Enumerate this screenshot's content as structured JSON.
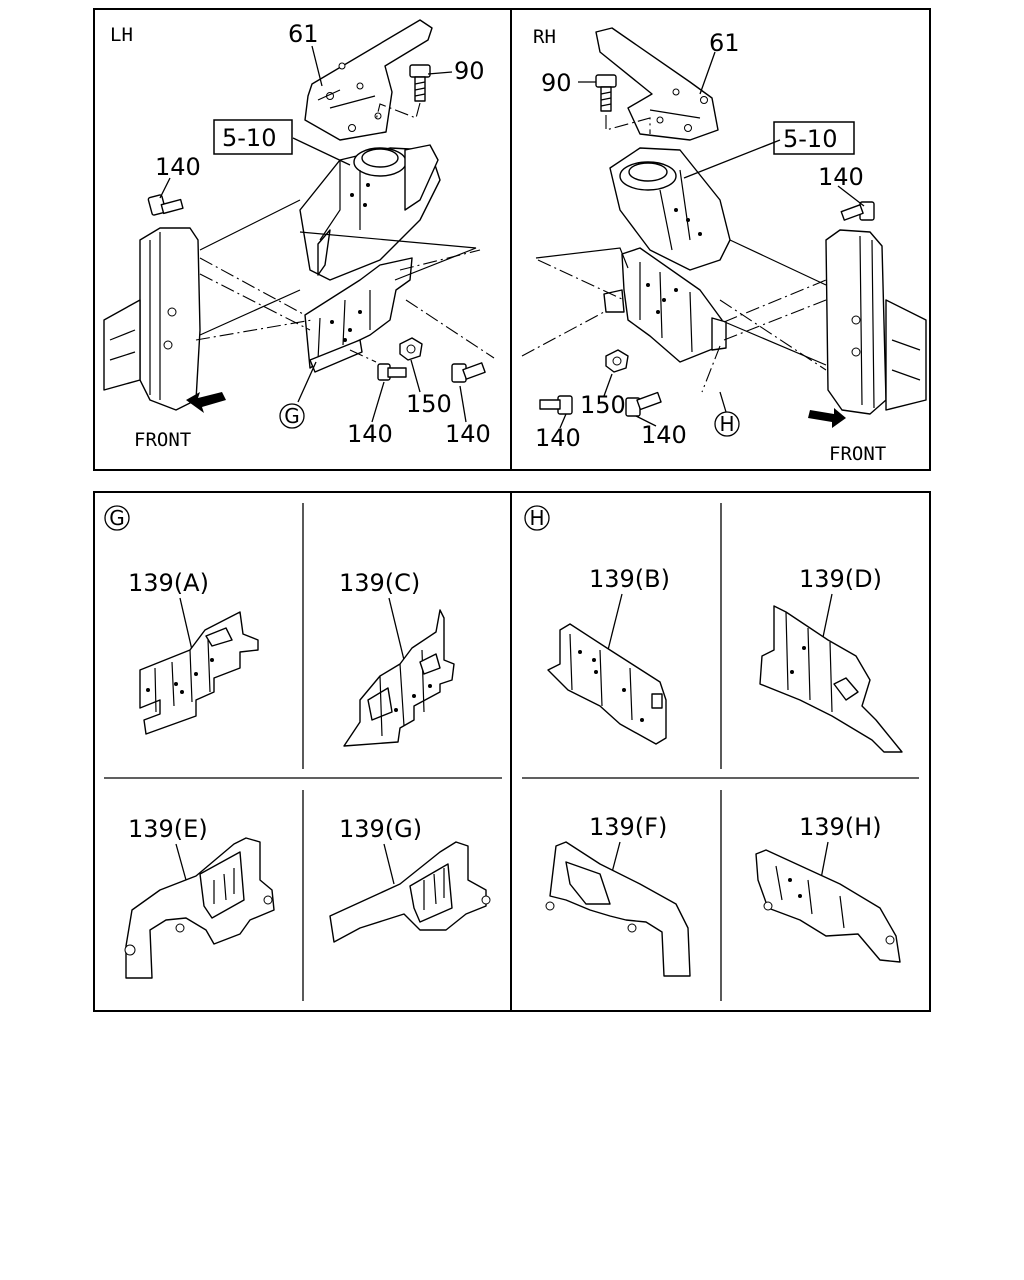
{
  "panels": {
    "lh": {
      "side_label": "LH",
      "front_label": "FRONT",
      "callouts": [
        "61",
        "90",
        "5-10",
        "140",
        "150",
        "140",
        "140"
      ],
      "ref_circle": "G"
    },
    "rh": {
      "side_label": "RH",
      "front_label": "FRONT",
      "callouts": [
        "61",
        "90",
        "5-10",
        "140",
        "150",
        "140",
        "140"
      ],
      "ref_circle": "H"
    }
  },
  "variants": {
    "g": {
      "ref_circle": "G",
      "items": [
        "139(A)",
        "139(C)",
        "139(E)",
        "139(G)"
      ]
    },
    "h": {
      "ref_circle": "H",
      "items": [
        "139(B)",
        "139(D)",
        "139(F)",
        "139(H)"
      ]
    }
  },
  "icons": [
    "front-arrow-icon",
    "bolt-icon",
    "nut-icon",
    "circle-ref-icon"
  ]
}
